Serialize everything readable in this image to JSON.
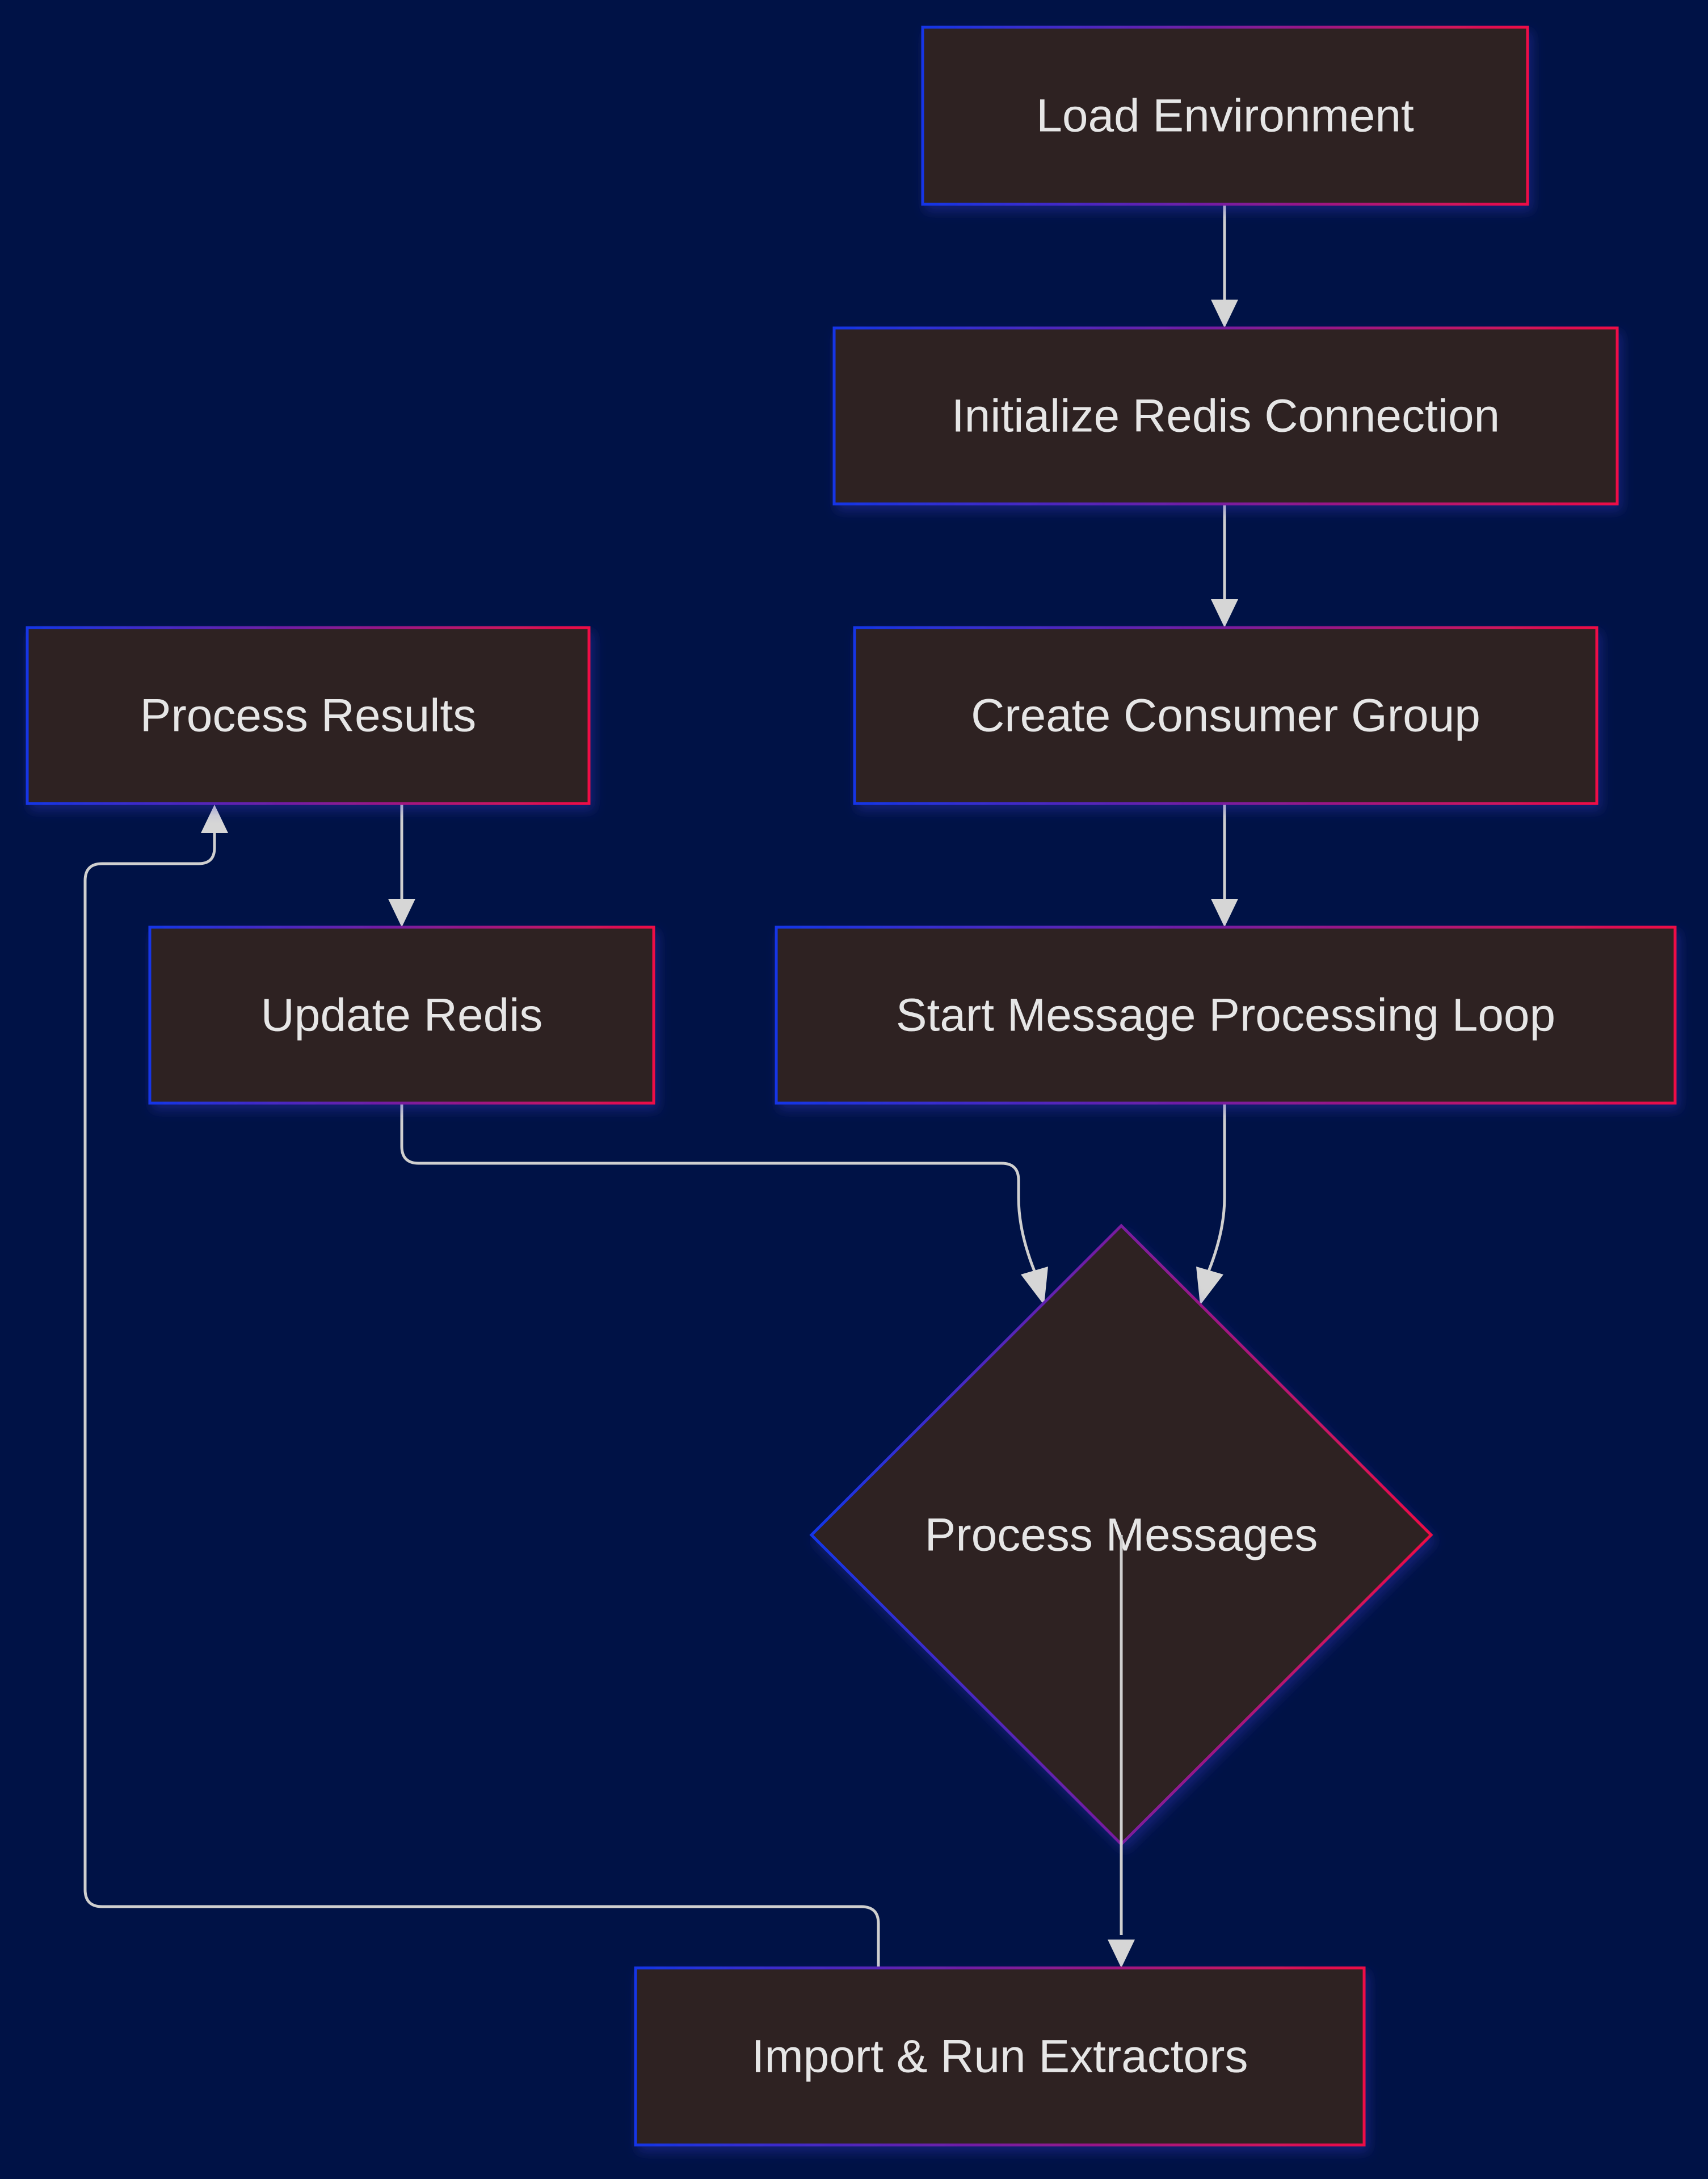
{
  "diagram": {
    "background": "#001246",
    "node_fill": "#2d2120",
    "border_gradient": [
      "#1436e6",
      "#7a1c9e",
      "#ee0f46"
    ],
    "edge_color": "#cfcfcf",
    "text_color": "#e6e6e6",
    "nodes": {
      "load_env": "Load Environment",
      "init_redis": "Initialize Redis Connection",
      "consumer_group": "Create Consumer Group",
      "loop": "Start Message Processing Loop",
      "process_messages": "Process Messages",
      "import_run": "Import & Run Extractors",
      "process_results": "Process Results",
      "update_redis": "Update Redis"
    },
    "edges": [
      {
        "from": "load_env",
        "to": "init_redis"
      },
      {
        "from": "init_redis",
        "to": "consumer_group"
      },
      {
        "from": "consumer_group",
        "to": "loop"
      },
      {
        "from": "loop",
        "to": "process_messages"
      },
      {
        "from": "process_messages",
        "to": "import_run"
      },
      {
        "from": "import_run",
        "to": "process_results"
      },
      {
        "from": "process_results",
        "to": "update_redis"
      },
      {
        "from": "update_redis",
        "to": "process_messages"
      }
    ]
  }
}
